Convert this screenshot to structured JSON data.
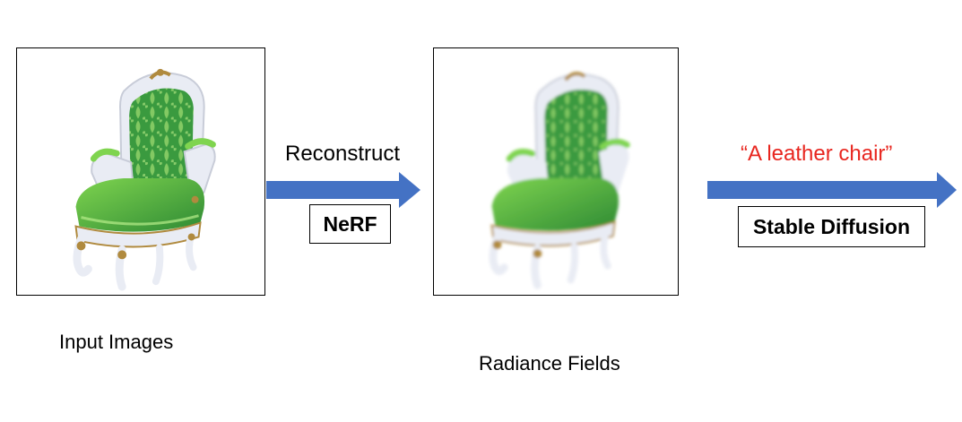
{
  "panels": [
    {
      "caption": "Input Images",
      "content": "green upholstered armchair, white carved frame with gold accents"
    },
    {
      "caption": "Radiance Fields",
      "content": "blurred rendering of the same green armchair"
    }
  ],
  "steps": [
    {
      "label": "Reconstruct",
      "method": "NeRF"
    },
    {
      "label": "“A leather chair”",
      "method": "Stable Diffusion"
    }
  ],
  "colors": {
    "arrow": "#4472C4",
    "prompt_text": "#E8261F",
    "fabric_green": "#3FA845",
    "frame_white": "#E9ECF4",
    "gold_trim": "#B08A3E"
  }
}
